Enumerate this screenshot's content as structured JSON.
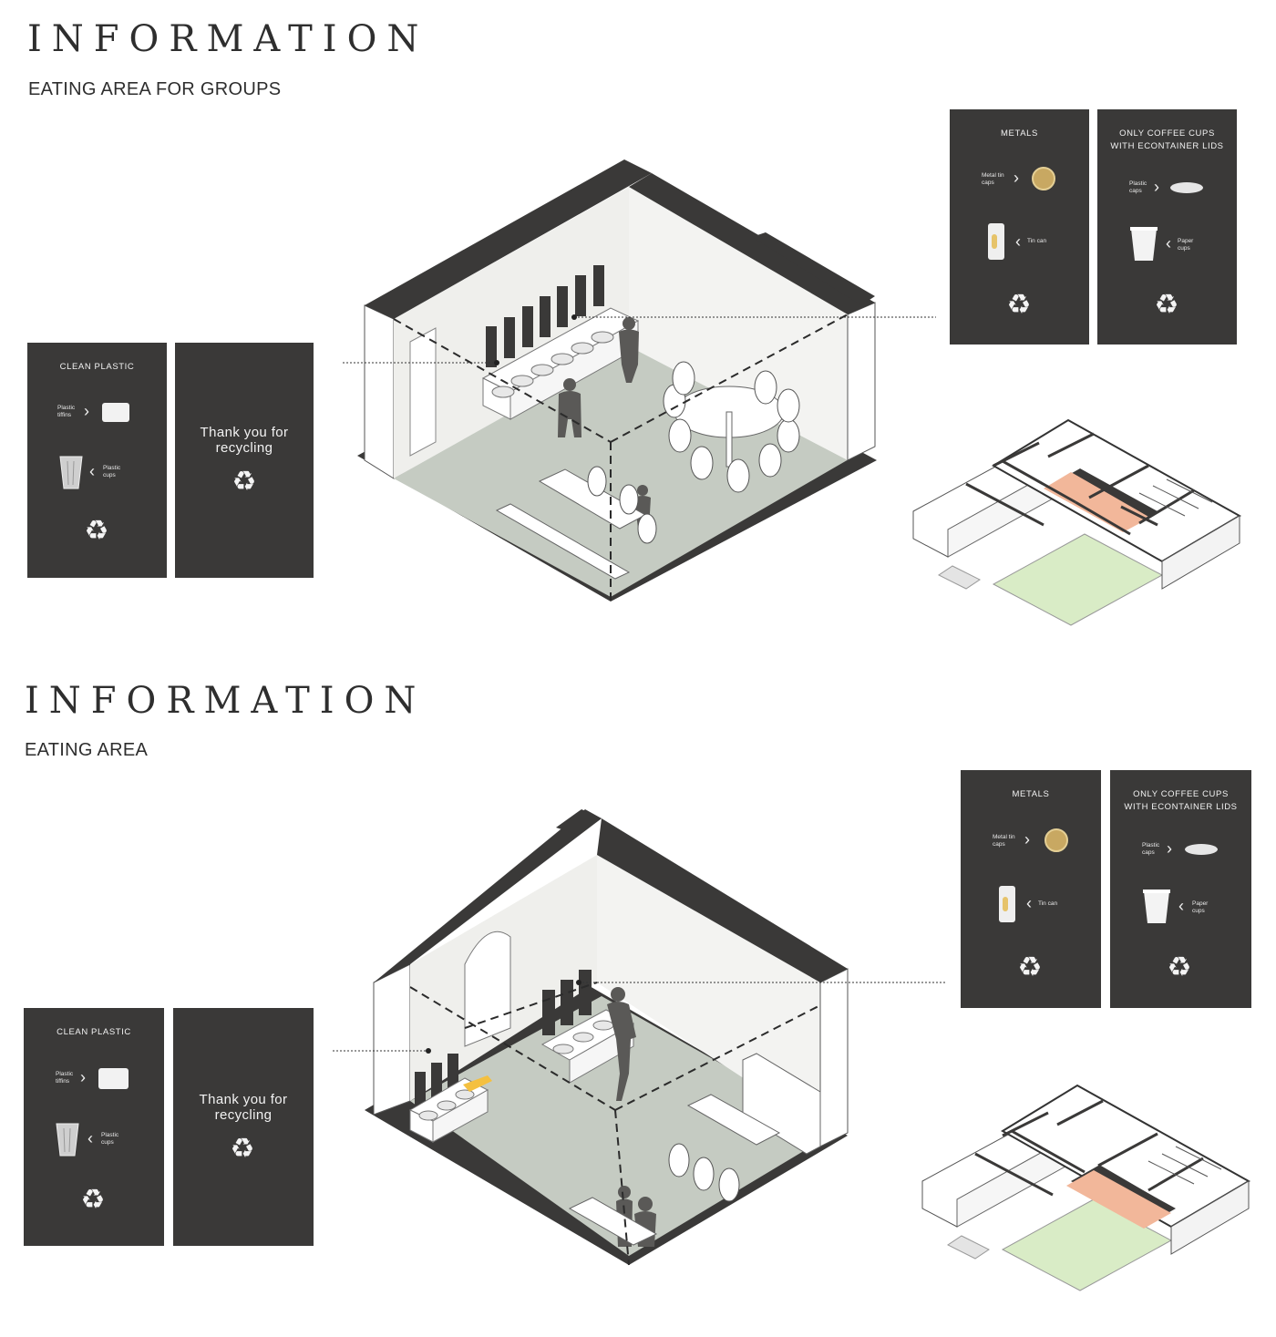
{
  "sections": [
    {
      "heading": "INFORMATION",
      "subheading": "EATING AREA FOR GROUPS",
      "clean_plastic": {
        "title": "CLEAN PLASTIC",
        "item1": "Plastic\ntiffins",
        "item2": "Plastic\ncups"
      },
      "thanks": {
        "text": "Thank you for recycling"
      },
      "metals": {
        "title": "METALS",
        "item1": "Metal tin\ncaps",
        "item2": "Tin can"
      },
      "coffee": {
        "title": "ONLY COFFEE CUPS\nWITH ECONTAINER LIDS",
        "item1": "Plastic\ncaps",
        "item2": "Paper\ncups"
      }
    },
    {
      "heading": "INFORMATION",
      "subheading": "EATING AREA",
      "clean_plastic": {
        "title": "CLEAN PLASTIC",
        "item1": "Plastic\ntiffins",
        "item2": "Plastic\ncups"
      },
      "thanks": {
        "text": "Thank you for recycling"
      },
      "metals": {
        "title": "METALS",
        "item1": "Metal tin\ncaps",
        "item2": "Tin can"
      },
      "coffee": {
        "title": "ONLY COFFEE CUPS\nWITH ECONTAINER LIDS",
        "item1": "Plastic\ncaps",
        "item2": "Paper\ncups"
      }
    }
  ],
  "icons": {
    "recycle": "♻",
    "chevron_right": "›",
    "chevron_left": "‹"
  },
  "colors": {
    "panel": "#3a3938",
    "room_floor": "#c5cbc2",
    "highlight": "#f2b79a",
    "lawn": "#d9ecc6",
    "accent_yellow": "#f4c040"
  }
}
